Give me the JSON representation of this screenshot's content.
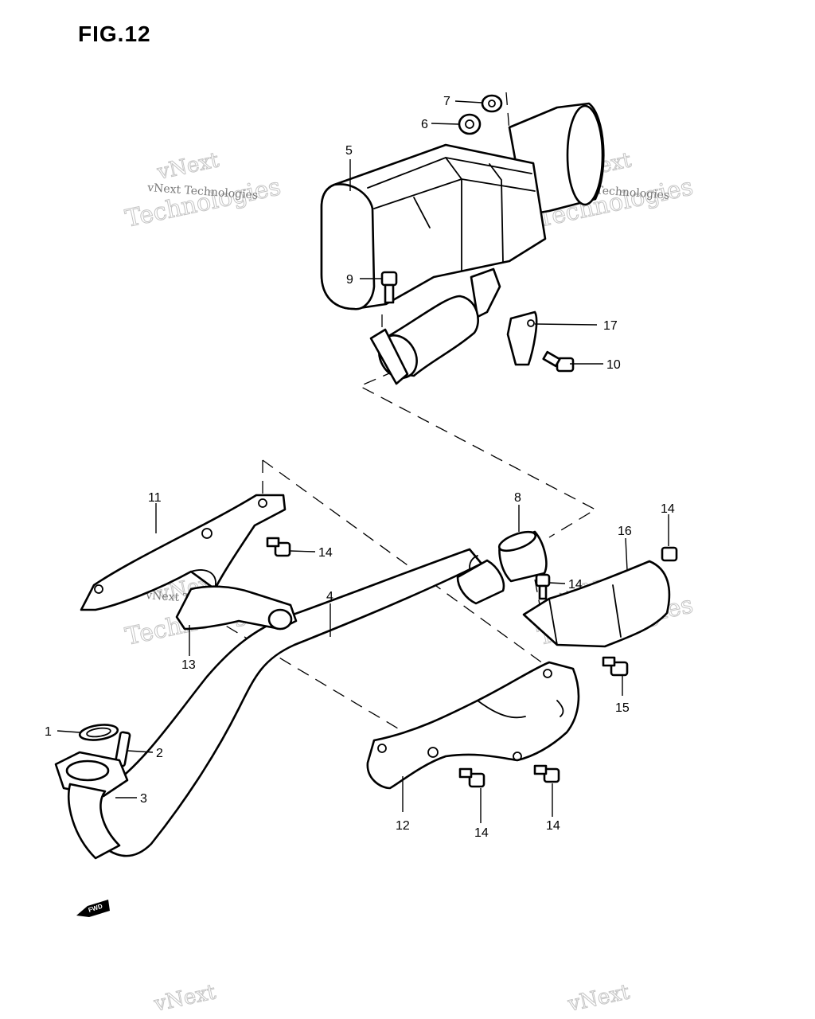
{
  "figure": {
    "title": "FIG.12",
    "direction_mark": "FWD"
  },
  "watermark": {
    "line1": "vNext",
    "line2": "Technologies",
    "small": "vNext Technologies"
  },
  "callouts": {
    "c1": "1",
    "c2": "2",
    "c3": "3",
    "c4": "4",
    "c5": "5",
    "c6": "6",
    "c7": "7",
    "c8": "8",
    "c9": "9",
    "c10": "10",
    "c11": "11",
    "c12": "12",
    "c13": "13",
    "c14a": "14",
    "c14b": "14",
    "c14c": "14",
    "c14d": "14",
    "c14e": "14",
    "c15": "15",
    "c16": "16",
    "c17": "17"
  },
  "colors": {
    "ink": "#000000",
    "paper": "#ffffff",
    "watermark": "#c4c4c4"
  }
}
